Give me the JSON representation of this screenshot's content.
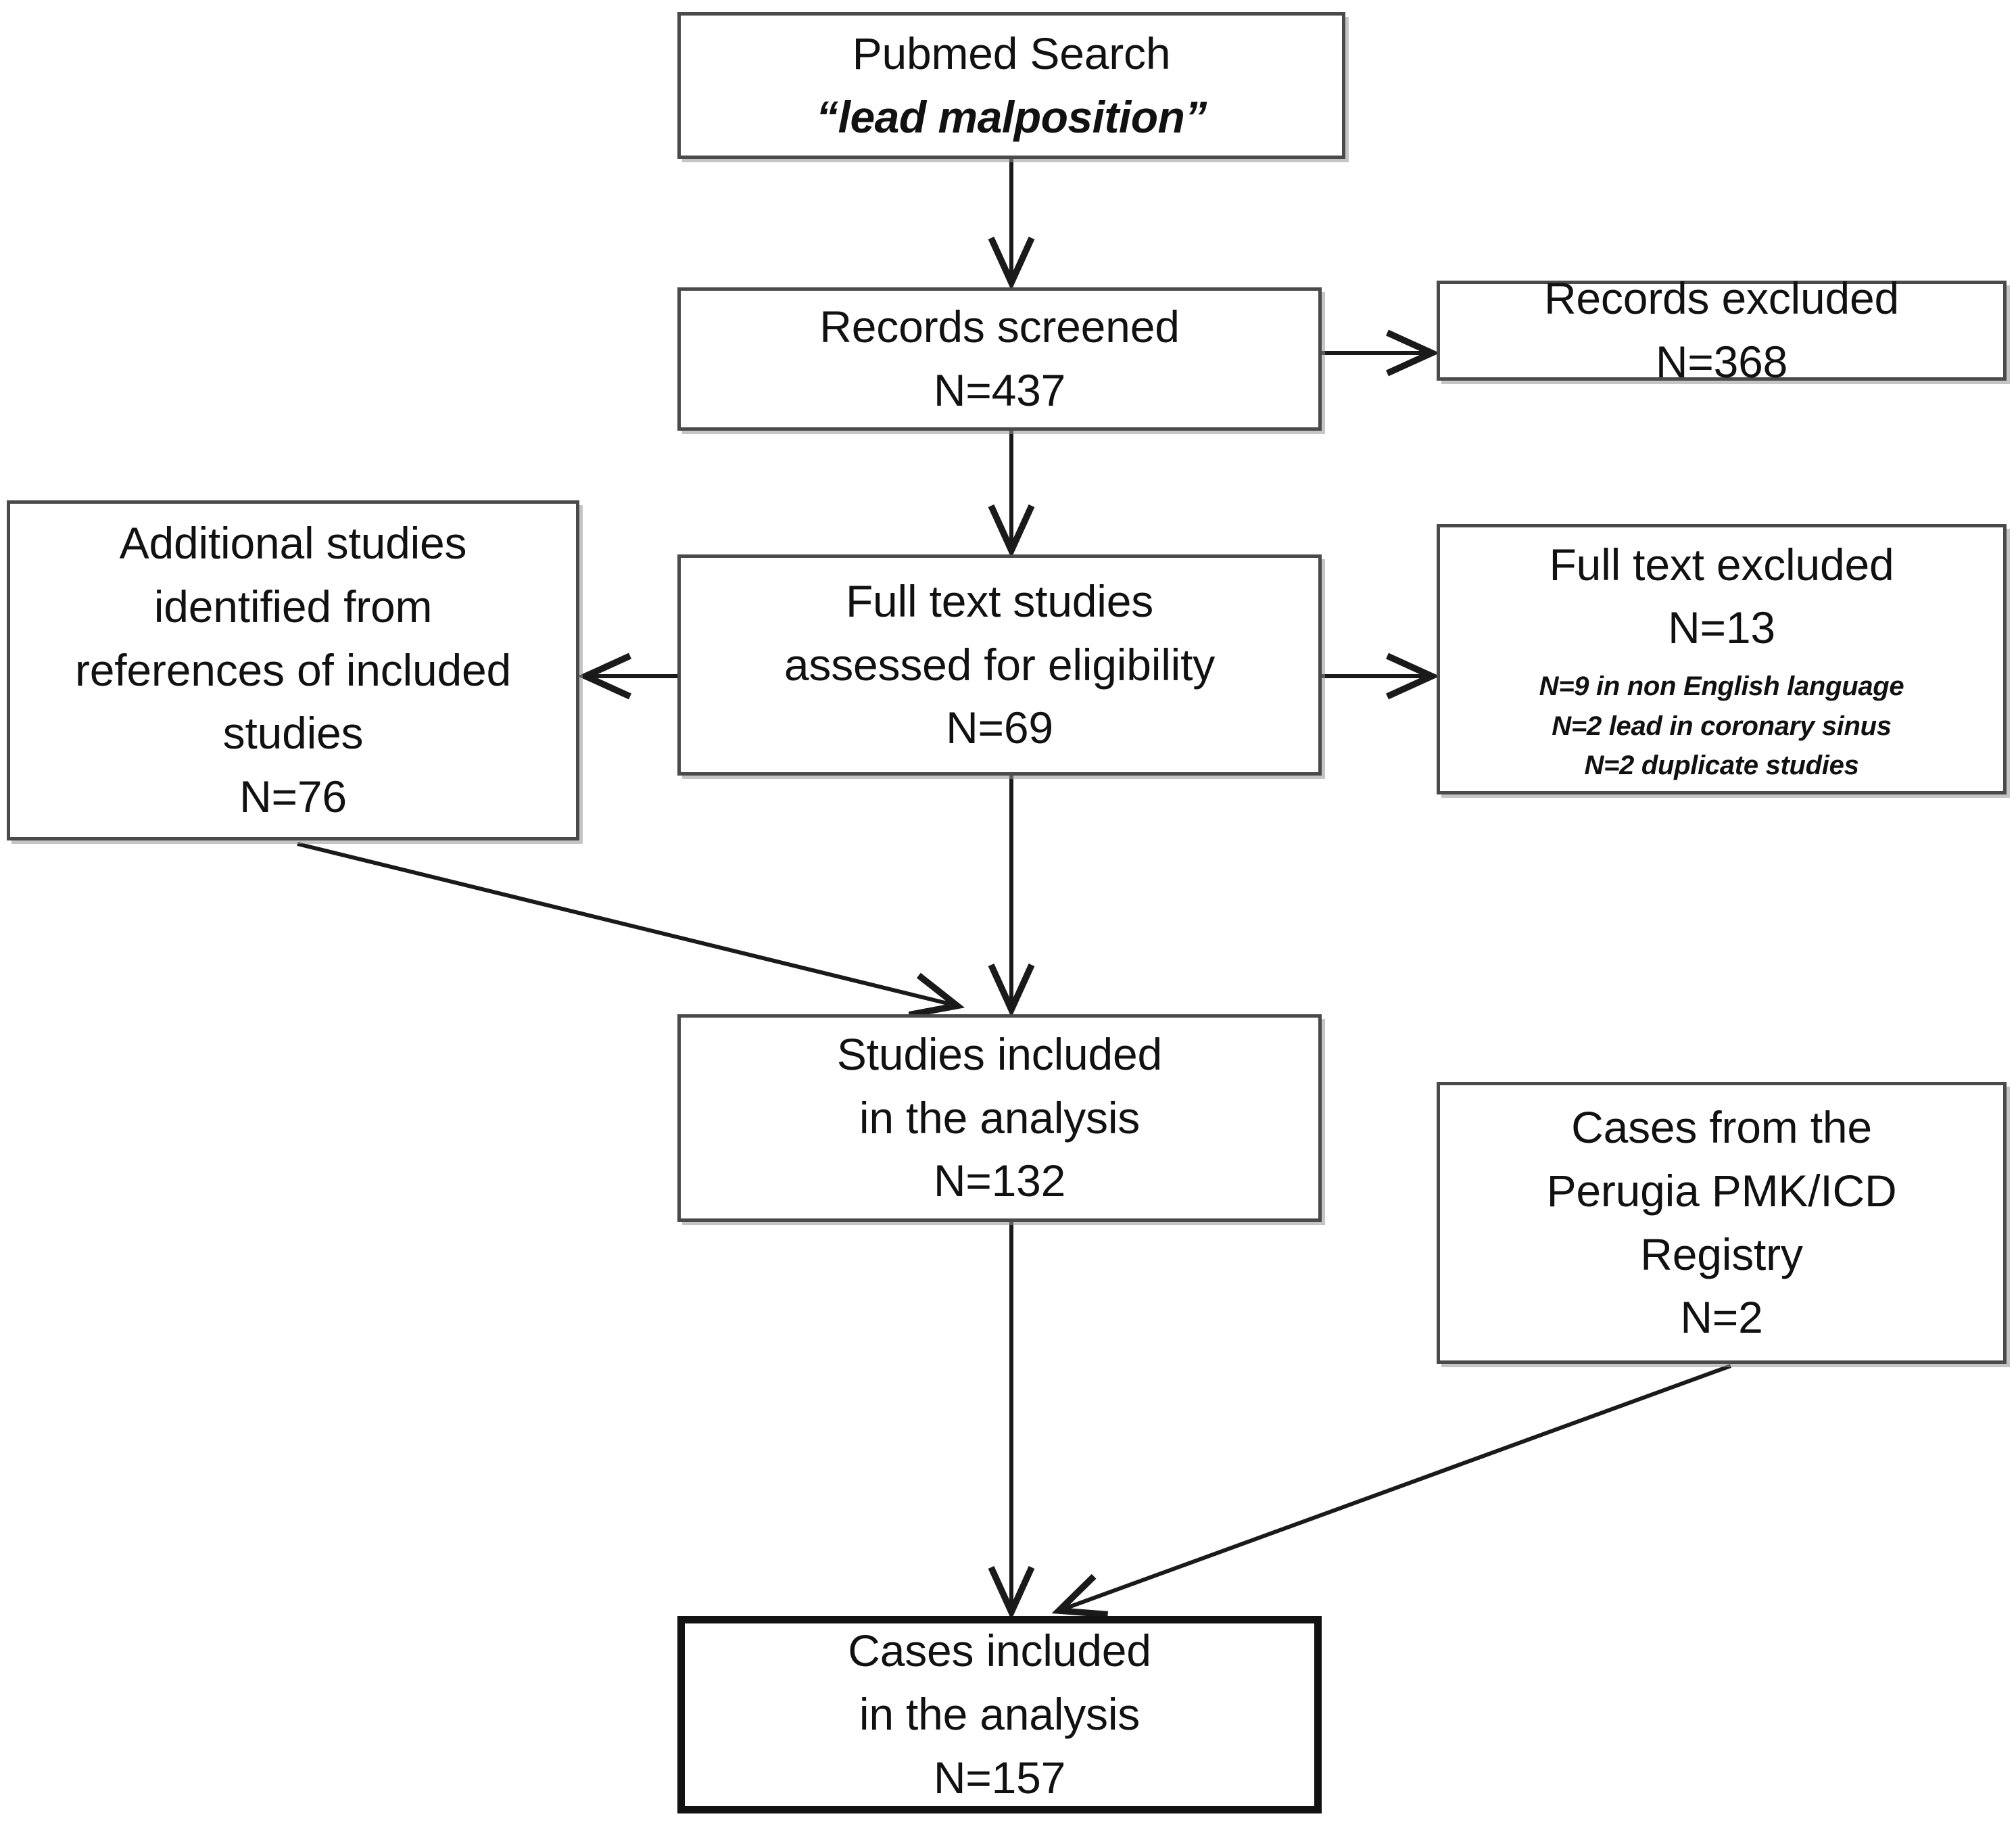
{
  "diagram": {
    "type": "prisma-flow-diagram",
    "title": "Study selection flow diagram",
    "colors": {
      "box_border": "#4a4a4a",
      "box_border_emphasis": "#121212",
      "box_fill": "#ffffff",
      "text": "#111111",
      "connector": "#1a1a1a",
      "shadow": "#969696"
    }
  },
  "nodes": {
    "pubmed_search": {
      "id": "pubmed-search",
      "lines": [
        "Pubmed Search"
      ],
      "italic_lines": [
        "“lead malposition”"
      ],
      "emphasis": false
    },
    "records_screened": {
      "id": "records-screened",
      "lines": [
        "Records screened",
        "N=437"
      ],
      "count": 437,
      "emphasis": false
    },
    "records_excluded": {
      "id": "records-excluded",
      "lines": [
        "Records excluded",
        "N=368"
      ],
      "count": 368,
      "emphasis": false
    },
    "additional_studies": {
      "id": "additional-studies",
      "lines": [
        "Additional studies",
        "identified from",
        "references of included",
        "studies",
        "N=76"
      ],
      "count": 76,
      "emphasis": false
    },
    "full_text_studies": {
      "id": "full-text-studies",
      "lines": [
        "Full text studies",
        "assessed for eligibility",
        "N=69"
      ],
      "count": 69,
      "emphasis": false
    },
    "full_text_excluded": {
      "id": "full-text-excluded",
      "lines": [
        "Full text excluded",
        "N=13"
      ],
      "count": 13,
      "sublines": [
        "N=9 in non English language",
        "N=2 lead in coronary sinus",
        "N=2 duplicate studies"
      ],
      "emphasis": false
    },
    "studies_included": {
      "id": "studies-included",
      "lines": [
        "Studies included",
        "in the analysis",
        "N=132"
      ],
      "count": 132,
      "emphasis": false
    },
    "perugia_registry": {
      "id": "perugia-registry",
      "lines": [
        "Cases from the",
        "Perugia PMK/ICD",
        "Registry",
        "N=2"
      ],
      "count": 2,
      "emphasis": false
    },
    "cases_included": {
      "id": "cases-included",
      "lines": [
        "Cases included",
        "in the analysis",
        "N=157"
      ],
      "count": 157,
      "emphasis": true
    }
  },
  "edges": [
    {
      "id": "pubmed-to-records-screened",
      "from": "pubmed_search",
      "to": "records_screened",
      "direction": "down"
    },
    {
      "id": "records-screened-to-records-excluded",
      "from": "records_screened",
      "to": "records_excluded",
      "direction": "right"
    },
    {
      "id": "records-screened-to-full-text",
      "from": "records_screened",
      "to": "full_text_studies",
      "direction": "down"
    },
    {
      "id": "full-text-to-additional-studies",
      "from": "full_text_studies",
      "to": "additional_studies",
      "direction": "left"
    },
    {
      "id": "full-text-to-full-text-excluded",
      "from": "full_text_studies",
      "to": "full_text_excluded",
      "direction": "right"
    },
    {
      "id": "full-text-to-studies-included",
      "from": "full_text_studies",
      "to": "studies_included",
      "direction": "down"
    },
    {
      "id": "additional-studies-to-studies-included",
      "from": "additional_studies",
      "to": "studies_included",
      "direction": "diagonal-down-right"
    },
    {
      "id": "studies-included-to-cases-included",
      "from": "studies_included",
      "to": "cases_included",
      "direction": "down"
    },
    {
      "id": "perugia-to-cases-included",
      "from": "perugia_registry",
      "to": "cases_included",
      "direction": "diagonal-down-left"
    }
  ]
}
